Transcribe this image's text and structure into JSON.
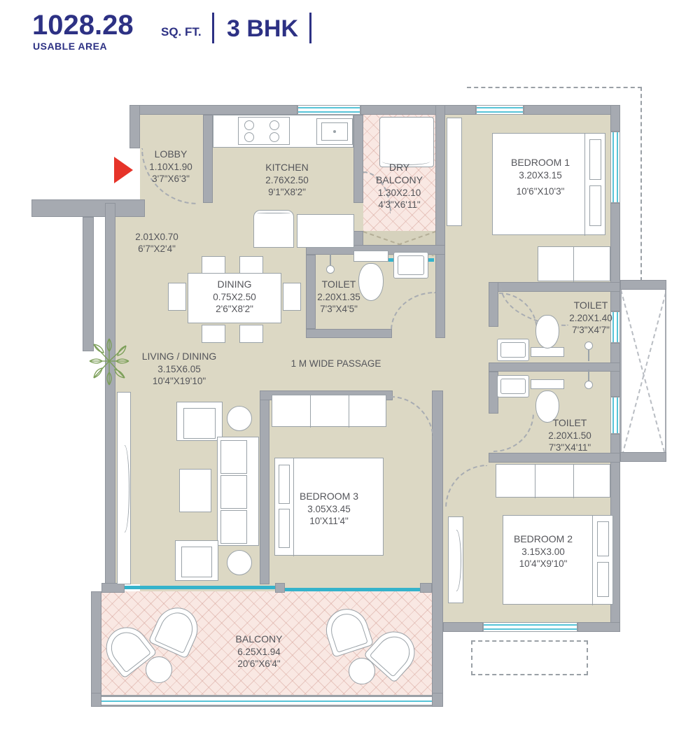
{
  "header": {
    "area_value": "1028.28",
    "area_unit": "SQ. FT.",
    "area_sublabel": "USABLE AREA",
    "type_label": "3 BHK"
  },
  "rooms": {
    "lobby": {
      "name": "LOBBY",
      "dim_m": "1.10X1.90",
      "dim_ft": "3'7\"X6'3\""
    },
    "kitchen": {
      "name": "KITCHEN",
      "dim_m": "2.76X2.50",
      "dim_ft": "9'1\"X8'2\""
    },
    "dry_balcony": {
      "name_line1": "DRY",
      "name_line2": "BALCONY",
      "dim_m": "1.30X2.10",
      "dim_ft": "4'3\"X6'11\""
    },
    "bedroom1": {
      "name": "BEDROOM 1",
      "dim_m": "3.20X3.15",
      "dim_ft": "10'6\"X10'3\""
    },
    "toilet1": {
      "name": "TOILET",
      "dim_m": "2.20X1.35",
      "dim_ft": "7'3\"X4'5\""
    },
    "toilet2": {
      "name": "TOILET",
      "dim_m": "2.20X1.40",
      "dim_ft": "7'3\"X4'7\""
    },
    "toilet3": {
      "name": "TOILET",
      "dim_m": "2.20X1.50",
      "dim_ft": "7'3\"X4'11\""
    },
    "dining": {
      "name": "DINING",
      "dim_m": "0.75X2.50",
      "dim_ft": "2'6\"X8'2\""
    },
    "living": {
      "name": "LIVING / DINING",
      "dim_m": "3.15X6.05",
      "dim_ft": "10'4\"X19'10\""
    },
    "bedroom3": {
      "name": "BEDROOM 3",
      "dim_m": "3.05X3.45",
      "dim_ft": "10'X11'4\""
    },
    "bedroom2": {
      "name": "BEDROOM 2",
      "dim_m": "3.15X3.00",
      "dim_ft": "10'4\"X9'10\""
    },
    "balcony": {
      "name": "BALCONY",
      "dim_m": "6.25X1.94",
      "dim_ft": "20'6\"X6'4\""
    }
  },
  "annotations": {
    "entry_dim_m": "2.01X0.70",
    "entry_dim_ft": "6'7\"X2'4\"",
    "passage": "1 M WIDE PASSAGE"
  },
  "colors": {
    "accent_navy": "#2d3184",
    "entry_arrow_red": "#e63329",
    "wall_gray": "#a6aab1",
    "floor_beige": "#dcd8c4",
    "balcony_pink": "#f9e8e3",
    "window_cyan": "#57c4d8"
  }
}
